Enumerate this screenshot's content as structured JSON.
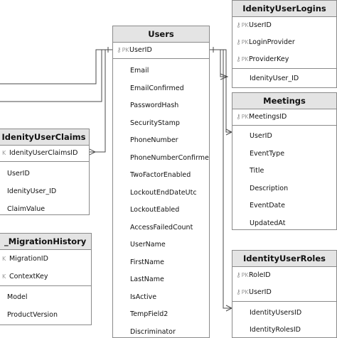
{
  "tables": {
    "users": {
      "name": "Users",
      "pk": [
        {
          "mark": "PK",
          "name": "UserID"
        }
      ],
      "fields": [
        "Email",
        "EmailConfirmed",
        "PasswordHash",
        "SecurityStamp",
        "PhoneNumber",
        "PhoneNumberConfirmed",
        "TwoFactorEnabled",
        "LockoutEndDateUtc",
        "LockoutEabled",
        "AccessFailedCount",
        "UserName",
        "FirstName",
        "LastName",
        "IsActive",
        "TempField2",
        "Discriminator"
      ]
    },
    "identity_user_logins": {
      "name": "IdenityUserLogins",
      "pk": [
        {
          "mark": "PK",
          "name": "UserID"
        },
        {
          "mark": "PK",
          "name": "LoginProvider"
        },
        {
          "mark": "PK",
          "name": "ProviderKey"
        }
      ],
      "fields": [
        "IdenityUser_ID"
      ]
    },
    "meetings": {
      "name": "Meetings",
      "pk": [
        {
          "mark": "PK",
          "name": "MeetingsID"
        }
      ],
      "fields": [
        "UserID",
        "EventType",
        "Title",
        "Description",
        "EventDate",
        "UpdatedAt"
      ]
    },
    "identity_user_claims": {
      "name": "IdenityUserClaims",
      "pk": [
        {
          "mark": "K",
          "name": "IdenityUserClaimsID"
        }
      ],
      "fields": [
        "UserID",
        "IdenityUser_ID",
        "ClaimValue"
      ]
    },
    "migration_history": {
      "name": "_MigrationHistory",
      "pk": [
        {
          "mark": "K",
          "name": "MigrationID"
        },
        {
          "mark": "K",
          "name": "ContextKey"
        }
      ],
      "fields": [
        "Model",
        "ProductVersion"
      ]
    },
    "identity_user_roles": {
      "name": "IdentityUserRoles",
      "pk": [
        {
          "mark": "PK",
          "name": "RoleID"
        },
        {
          "mark": "PK",
          "name": "UserID"
        }
      ],
      "fields": [
        "IdentityUsersID",
        "IdentityRolesID"
      ]
    }
  }
}
